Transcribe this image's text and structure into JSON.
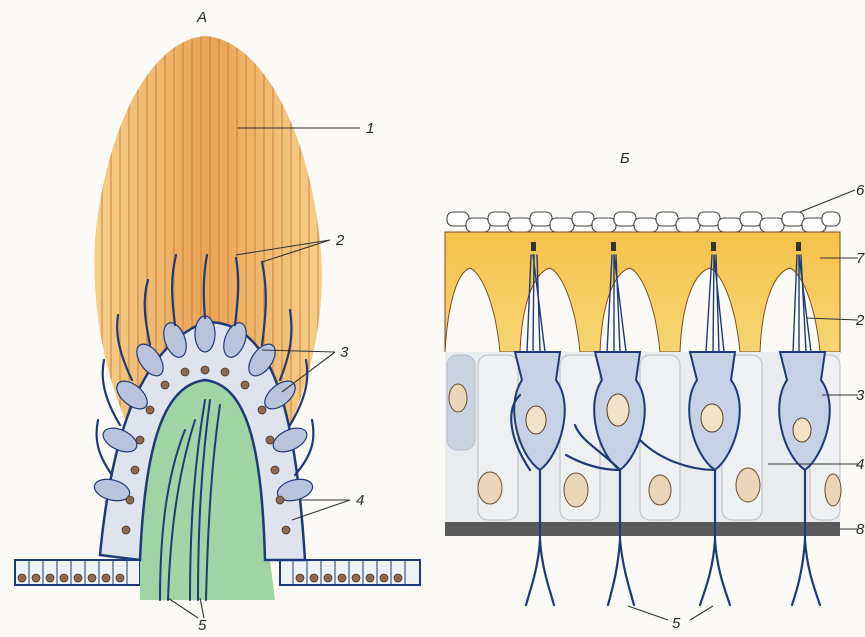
{
  "panels": [
    {
      "id": "A",
      "letter": "А",
      "labels": [
        "1",
        "2",
        "3",
        "4",
        "5"
      ]
    },
    {
      "id": "B",
      "letter": "Б",
      "labels": [
        "6",
        "7",
        "2",
        "3",
        "4",
        "8",
        "5"
      ]
    }
  ],
  "colors": {
    "cupula": "#f2b868",
    "cupula_stripe": "#c9823e",
    "tissue": "#9fd4a4",
    "nerve": "#1f3a78",
    "cell_fill": "#dfe3ee",
    "otolith": "#ffffff",
    "membrane": "#f5c455",
    "basal_line": "#555555",
    "nucleus": "#e8d2b6"
  }
}
